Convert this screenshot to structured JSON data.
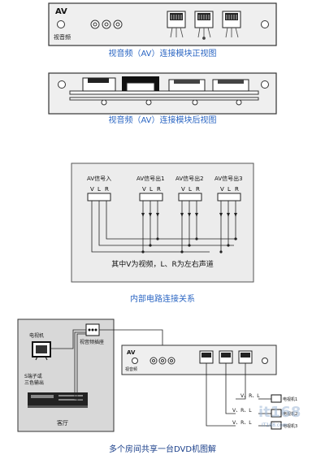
{
  "front_view": {
    "av_label": "AV",
    "sub_label": "视音频",
    "caption": "视音频（AV）连接模块正视图"
  },
  "back_view": {
    "caption": "视音频（AV）连接模块后视图"
  },
  "circuit": {
    "input_label": "AV信号入",
    "output1_label": "AV信号出1",
    "output2_label": "AV信号出2",
    "output3_label": "AV信号出3",
    "channel_v": "V",
    "channel_l": "L",
    "channel_r": "R",
    "note": "其中V为视频，L、R为左右声道",
    "caption": "内部电路连接关系"
  },
  "setup": {
    "tv_label": "电视机",
    "socket_label": "视音频插座",
    "s_terminal_label": "S端子或",
    "three_color_label": "三色输出",
    "living_room_label": "客厅",
    "module_av_label": "AV",
    "module_sub_label": "视音频",
    "vrl_label_1": "V、R、L",
    "vrl_label_2": "V、R、L",
    "vrl_label_3": "V、R、L",
    "room1_label": "电视机1",
    "room2_label": "电视机2",
    "room3_label": "电视机3",
    "watermark": "IT168.com",
    "caption": "多个房间共享一台DVD机图解"
  }
}
